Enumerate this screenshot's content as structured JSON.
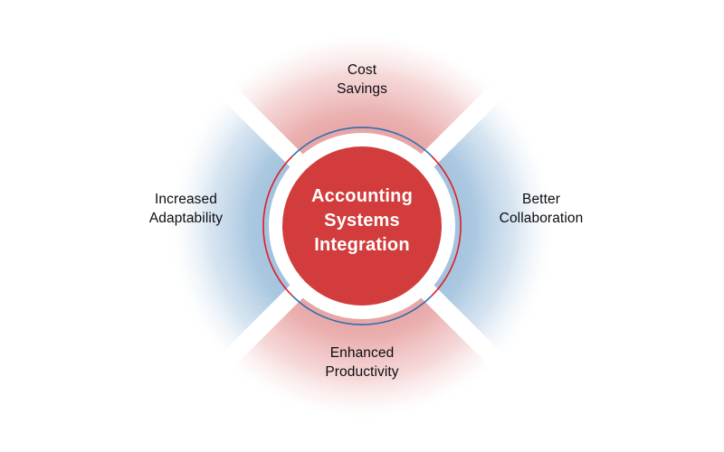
{
  "diagram": {
    "title": "Accounting Systems Integration",
    "core": {
      "label": "Accounting\nSystems\nIntegration",
      "fill_color": "#D23C3C",
      "text_color": "#FFFFFF"
    },
    "petals": [
      {
        "id": "cost-savings",
        "label": "Cost\nSavings",
        "position": "top",
        "wedge_color": "#E9A0A0",
        "arc_color": "#2E6CB0",
        "text_color": "#0D0D12"
      },
      {
        "id": "better-collaboration",
        "label": "Better\nCollaboration",
        "position": "right",
        "wedge_color": "#A3C2DD",
        "arc_color": "#E01B24",
        "text_color": "#0D0D12"
      },
      {
        "id": "enhanced-productivity",
        "label": "Enhanced\nProductivity",
        "position": "bottom",
        "wedge_color": "#E9A0A0",
        "arc_color": "#2E6CB0",
        "text_color": "#0D0D12"
      },
      {
        "id": "increased-adaptability",
        "label": "Increased\nAdaptability",
        "position": "left",
        "wedge_color": "#A3C2DD",
        "arc_color": "#E01B24",
        "text_color": "#0D0D12"
      }
    ],
    "background_color": "#FFFFFF"
  }
}
